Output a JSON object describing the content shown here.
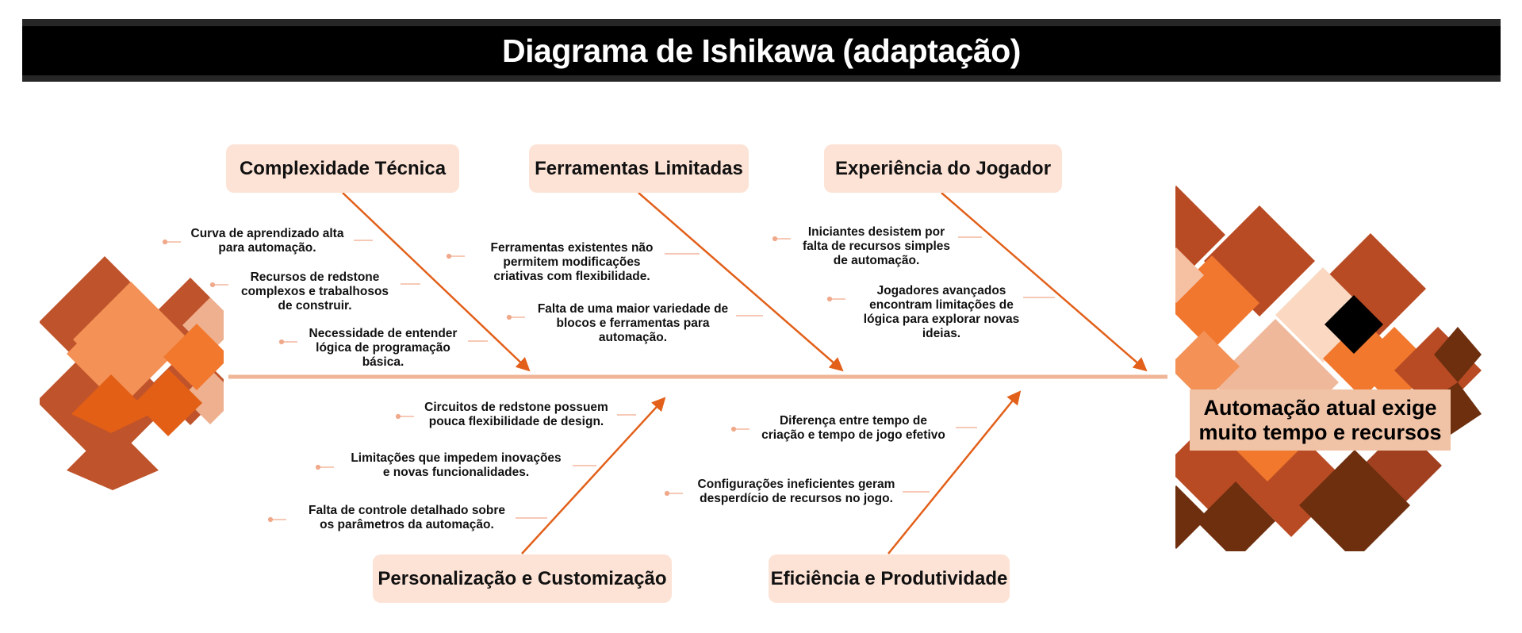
{
  "title": "Diagrama de Ishikawa (adaptação)",
  "effect": {
    "line1": "Automação atual exige",
    "line2": "muito tempo e recursos"
  },
  "categories": {
    "complexidade": "Complexidade Técnica",
    "ferramentas": "Ferramentas Limitadas",
    "experiencia": "Experiência do Jogador",
    "personalizacao": "Personalização e Customização",
    "eficiencia": "Eficiência e Produtividade"
  },
  "causes": {
    "complexidade": [
      {
        "l1": "Curva de aprendizado alta",
        "l2": "para automação.",
        "l3": ""
      },
      {
        "l1": "Recursos de redstone",
        "l2": "complexos e trabalhosos",
        "l3": "de construir."
      },
      {
        "l1": "Necessidade de entender",
        "l2": "lógica de programação",
        "l3": "básica."
      }
    ],
    "ferramentas": [
      {
        "l1": "Ferramentas existentes não",
        "l2": "permitem modificações",
        "l3": "criativas com flexibilidade."
      },
      {
        "l1": "Falta de uma maior variedade de",
        "l2": "blocos e ferramentas para",
        "l3": "automação."
      }
    ],
    "experiencia": [
      {
        "l1": "Iniciantes desistem por",
        "l2": "falta de recursos simples",
        "l3": "de automação.",
        "l4": ""
      },
      {
        "l1": "Jogadores avançados",
        "l2": "encontram limitações de",
        "l3": "lógica para explorar novas",
        "l4": "ideias."
      }
    ],
    "personalizacao": [
      {
        "l1": "Circuitos de redstone possuem",
        "l2": "pouca flexibilidade de design."
      },
      {
        "l1": "Limitações que impedem inovações",
        "l2": "e novas funcionalidades."
      },
      {
        "l1": "Falta de controle detalhado sobre",
        "l2": "os parâmetros da automação."
      }
    ],
    "eficiencia": [
      {
        "l1": "Diferença entre tempo de",
        "l2": "criação e tempo de jogo efetivo"
      },
      {
        "l1": "Configurações ineficientes geram",
        "l2": "desperdício de recursos no jogo."
      }
    ]
  },
  "colors": {
    "spine": "#efb596",
    "bone": "#e2601a",
    "category_bg": "#fde3d6",
    "title_bg": "#000000"
  }
}
